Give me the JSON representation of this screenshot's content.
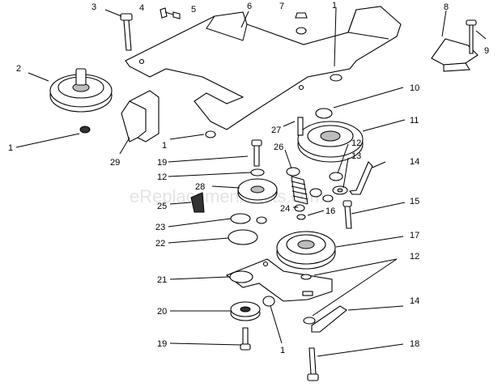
{
  "watermark": "eReplacementParts.com",
  "callouts": [
    {
      "id": "c3",
      "text": "3"
    },
    {
      "id": "c4",
      "text": "4"
    },
    {
      "id": "c5",
      "text": "5"
    },
    {
      "id": "c6",
      "text": "6"
    },
    {
      "id": "c7",
      "text": "7"
    },
    {
      "id": "c1a",
      "text": "1"
    },
    {
      "id": "c8",
      "text": "8"
    },
    {
      "id": "c9",
      "text": "9"
    },
    {
      "id": "c2",
      "text": "2"
    },
    {
      "id": "c10",
      "text": "10"
    },
    {
      "id": "c11",
      "text": "11"
    },
    {
      "id": "c27",
      "text": "27"
    },
    {
      "id": "c1b",
      "text": "1"
    },
    {
      "id": "c1c",
      "text": "1"
    },
    {
      "id": "c29",
      "text": "29"
    },
    {
      "id": "c26",
      "text": "26"
    },
    {
      "id": "c12a",
      "text": "12"
    },
    {
      "id": "c13",
      "text": "13"
    },
    {
      "id": "c14a",
      "text": "14"
    },
    {
      "id": "c19a",
      "text": "19"
    },
    {
      "id": "c12b",
      "text": "12"
    },
    {
      "id": "c28",
      "text": "28"
    },
    {
      "id": "c25",
      "text": "25"
    },
    {
      "id": "c15",
      "text": "15"
    },
    {
      "id": "c24",
      "text": "24"
    },
    {
      "id": "c16",
      "text": "16"
    },
    {
      "id": "c23",
      "text": "23"
    },
    {
      "id": "c22",
      "text": "22"
    },
    {
      "id": "c17",
      "text": "17"
    },
    {
      "id": "c12c",
      "text": "12"
    },
    {
      "id": "c21",
      "text": "21"
    },
    {
      "id": "c14b",
      "text": "14"
    },
    {
      "id": "c20",
      "text": "20"
    },
    {
      "id": "c19b",
      "text": "19"
    },
    {
      "id": "c18",
      "text": "18"
    },
    {
      "id": "c1d",
      "text": "1"
    }
  ]
}
